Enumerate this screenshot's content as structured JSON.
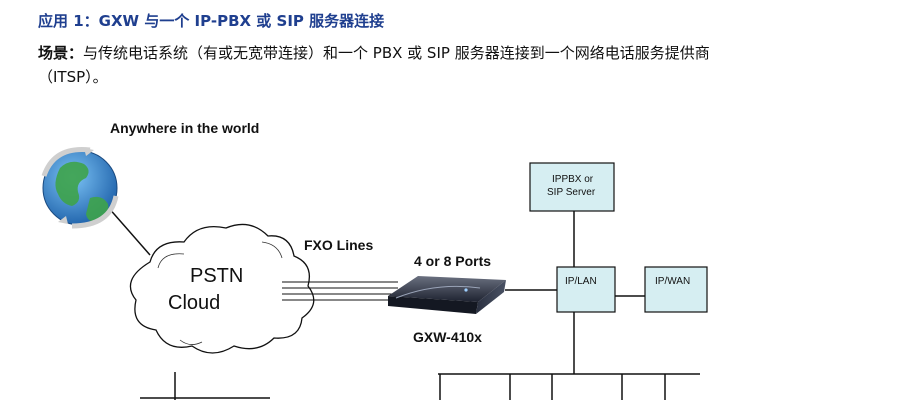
{
  "header": {
    "title_prefix": "应用 1：",
    "title_rest": "GXW 与一个 IP-PBX 或 SIP 服务器连接"
  },
  "scenario": {
    "label": "场景：",
    "line1": "与传统电话系统（有或无宽带连接）和一个 PBX 或 SIP 服务器连接到一个网络电话服务提供商",
    "line2": "（ITSP）。"
  },
  "diagram": {
    "anywhere_label": "Anywhere in the world",
    "cloud_line1": "PSTN",
    "cloud_line2": "Cloud",
    "fxo_label": "FXO Lines",
    "ports_label": "4 or 8 Ports",
    "device_label": "GXW-410x",
    "ippbx_line1": "IPPBX or",
    "ippbx_line2": "SIP Server",
    "iplan_label": "IP/LAN",
    "ipwan_label": "IP/WAN",
    "box_fill": "#d6eef2",
    "globe_ocean": "#2e86d1",
    "globe_land": "#3ea34a",
    "icons": [
      "globe-icon",
      "cloud-icon",
      "gateway-device-icon"
    ]
  }
}
